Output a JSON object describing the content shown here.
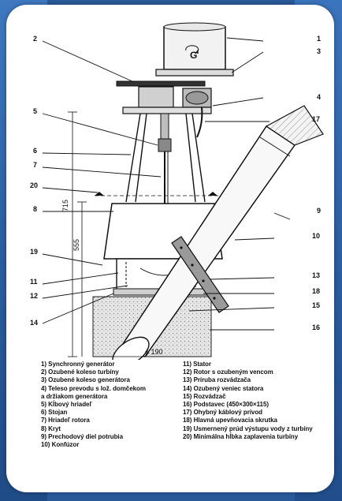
{
  "diagram": {
    "callouts": [
      "1",
      "2",
      "3",
      "4",
      "5",
      "6",
      "7",
      "8",
      "9",
      "10",
      "11",
      "12",
      "13",
      "14",
      "15",
      "16",
      "17",
      "18",
      "19",
      "20"
    ],
    "generator_letter": "G",
    "dimensions": {
      "height_total": "715",
      "height_lower": "555",
      "diameter": "ϕ 190"
    },
    "legend_left": [
      "1) Synchronný generátor",
      "2) Ozubené koleso turbíny",
      "3) Ozubené koleso generátora",
      "4) Teleso prevodu s lož. domčekom",
      "a držiakom generátora",
      "5) Kĺbový hriadeľ",
      "6) Stojan",
      "7) Hriadeľ rotora",
      "8) Kryt",
      "9) Prechodový diel potrubia",
      "10) Konfúzor"
    ],
    "legend_right": [
      "11) Stator",
      "12) Rotor s ozubeným vencom",
      "13) Príruba rozvádzača",
      "14) Ozubený veniec statora",
      "15) Rozvádzač",
      "16) Podstavec (450×300×115)",
      "17) Ohybný káblový prívod",
      "18) Hlavná upevňovacia skrutka",
      "19) Usmernený prúd výstupu vody z turbíny",
      "20) Minimálna hĺbka zaplavenia turbíny"
    ],
    "colors": {
      "background": "#2a5a9a",
      "panel": "#ffffff",
      "line": "#111111",
      "concrete": "#d6d6d6"
    }
  }
}
